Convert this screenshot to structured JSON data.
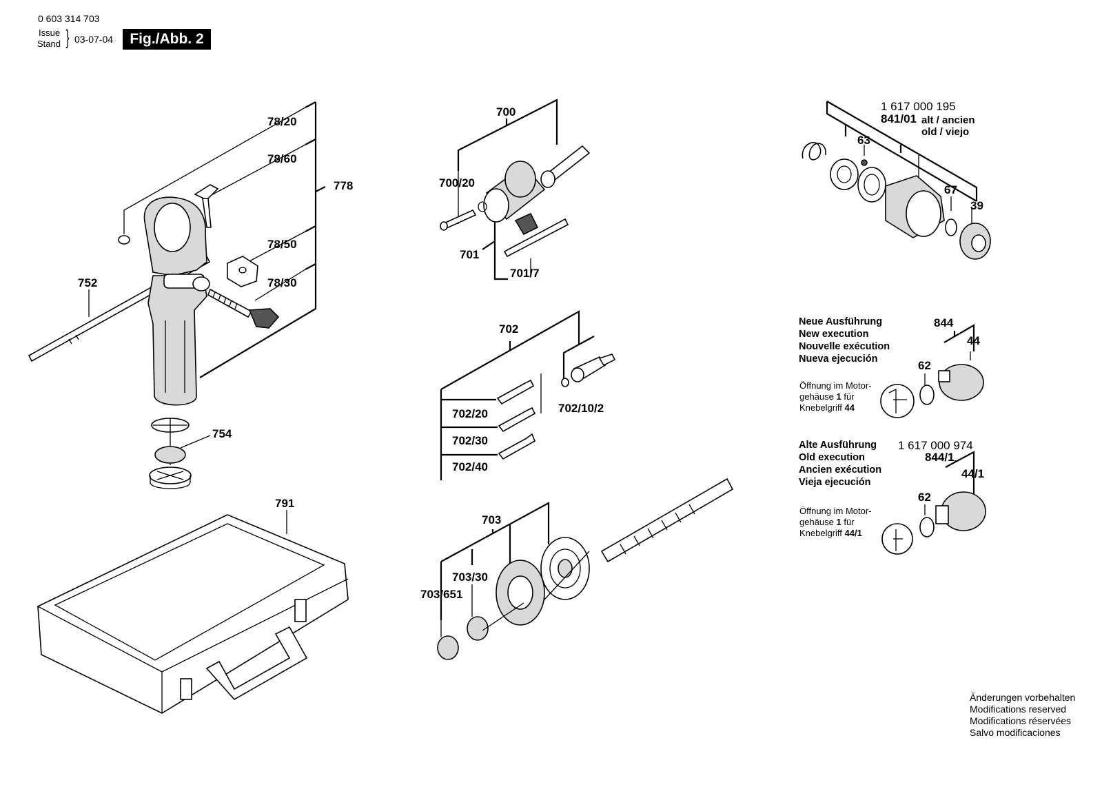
{
  "header": {
    "part_number": "0 603 314 703",
    "issue_label": "Issue",
    "stand_label": "Stand",
    "date": "03-07-04",
    "figure": "Fig./Abb. 2"
  },
  "labels": {
    "l_78_20": "78/20",
    "l_78_60": "78/60",
    "l_778": "778",
    "l_78_50": "78/50",
    "l_752": "752",
    "l_78_30": "78/30",
    "l_754": "754",
    "l_791": "791",
    "l_700": "700",
    "l_700_20": "700/20",
    "l_701": "701",
    "l_701_7": "701/7",
    "l_702": "702",
    "l_702_20": "702/20",
    "l_702_10_2": "702/10/2",
    "l_702_30": "702/30",
    "l_702_40": "702/40",
    "l_703": "703",
    "l_703_30": "703/30",
    "l_703_651": "703/651",
    "l_1617000195": "1 617 000 195",
    "l_841_01": "841/01",
    "l_alt_ancien": "alt / ancien",
    "l_old_viejo": "old / viejo",
    "l_63": "63",
    "l_67": "67",
    "l_39": "39",
    "l_844": "844",
    "l_44": "44",
    "l_62a": "62",
    "l_1617000974": "1 617 000 974",
    "l_844_1": "844/1",
    "l_44_1": "44/1",
    "l_62b": "62"
  },
  "new_execution": {
    "lines": [
      "Neue Ausführung",
      "New execution",
      "Nouvelle exécution",
      "Nueva ejecución"
    ],
    "note_line1": "Öffnung im Motor-",
    "note_line2_a": "gehäuse ",
    "note_line2_b": "1",
    "note_line2_c": " für",
    "note_line3_a": "Knebelgriff ",
    "note_line3_b": "44"
  },
  "old_execution": {
    "lines": [
      "Alte Ausführung",
      "Old execution",
      "Ancien exécution",
      "Vieja ejecución"
    ],
    "note_line1": "Öffnung im Motor-",
    "note_line2_a": "gehäuse ",
    "note_line2_b": "1",
    "note_line2_c": " für",
    "note_line3_a": "Knebelgriff ",
    "note_line3_b": "44/1"
  },
  "footer": {
    "lines": [
      "Änderungen vorbehalten",
      "Modifications reserved",
      "Modifications réservées",
      "Salvo modificaciones"
    ]
  }
}
